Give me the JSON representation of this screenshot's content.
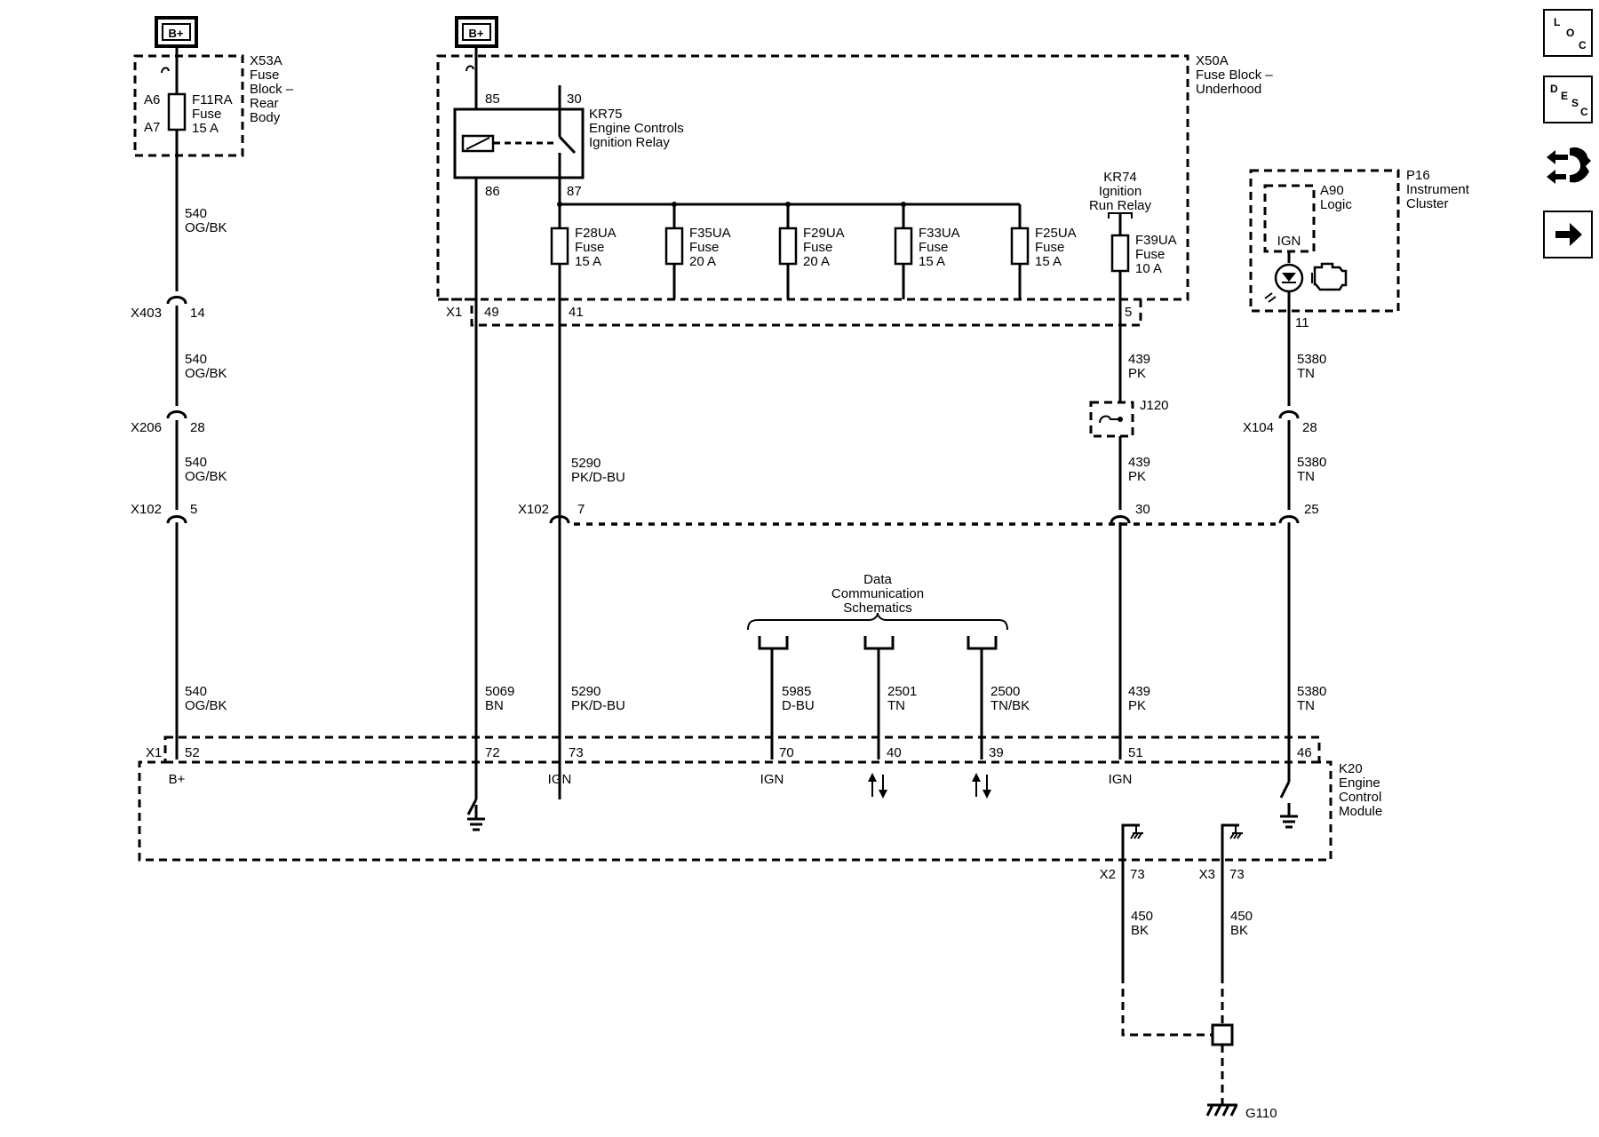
{
  "power": {
    "left": "B+",
    "middle": "B+"
  },
  "fuse_blocks": {
    "rear": {
      "id": "X53A",
      "name_lines": [
        "Fuse",
        "Block –",
        "Rear",
        "Body"
      ],
      "pin_top": "A6",
      "pin_bottom": "A7"
    },
    "underhood": {
      "id": "X50A",
      "name_lines": [
        "Fuse Block –",
        "Underhood"
      ],
      "connector": "X1"
    }
  },
  "fuses": {
    "f11ra": {
      "id": "F11RA",
      "label": "Fuse",
      "rating": "15 A"
    },
    "f28ua": {
      "id": "F28UA",
      "label": "Fuse",
      "rating": "15 A"
    },
    "f35ua": {
      "id": "F35UA",
      "label": "Fuse",
      "rating": "20 A"
    },
    "f29ua": {
      "id": "F29UA",
      "label": "Fuse",
      "rating": "20 A"
    },
    "f33ua": {
      "id": "F33UA",
      "label": "Fuse",
      "rating": "15 A"
    },
    "f25ua": {
      "id": "F25UA",
      "label": "Fuse",
      "rating": "15 A"
    },
    "f39ua": {
      "id": "F39UA",
      "label": "Fuse",
      "rating": "10 A"
    }
  },
  "relays": {
    "kr75": {
      "id": "KR75",
      "name_lines": [
        "Engine Controls",
        "Ignition Relay"
      ],
      "pin85": "85",
      "pin30": "30",
      "pin86": "86",
      "pin87": "87"
    },
    "kr74": {
      "id": "KR74",
      "name_lines": [
        "Ignition",
        "Run Relay"
      ]
    }
  },
  "cluster": {
    "id": "P16",
    "name_lines": [
      "Instrument",
      "Cluster"
    ],
    "logic_id": "A90",
    "logic_name": "Logic",
    "ign": "IGN",
    "pin": "11"
  },
  "data_comm": {
    "title_lines": [
      "Data",
      "Communication",
      "Schematics"
    ]
  },
  "connectors": {
    "x403": {
      "id": "X403",
      "pin": "14"
    },
    "x206": {
      "id": "X206",
      "pin": "28"
    },
    "x102": {
      "id": "X102",
      "pins": [
        "5",
        "7",
        "30",
        "25"
      ]
    },
    "x104": {
      "id": "X104",
      "pin": "28"
    },
    "x50a_x1_pins": [
      "49",
      "41",
      "5"
    ],
    "j120": {
      "id": "J120"
    }
  },
  "wires": {
    "w540": {
      "circuit": "540",
      "color": "OG/BK"
    },
    "w5069": {
      "circuit": "5069",
      "color": "BN"
    },
    "w5290": {
      "circuit": "5290",
      "color": "PK/D-BU"
    },
    "w5985": {
      "circuit": "5985",
      "color": "D-BU"
    },
    "w2501": {
      "circuit": "2501",
      "color": "TN"
    },
    "w2500": {
      "circuit": "2500",
      "color": "TN/BK"
    },
    "w439": {
      "circuit": "439",
      "color": "PK"
    },
    "w5380": {
      "circuit": "5380",
      "color": "TN"
    },
    "w450": {
      "circuit": "450",
      "color": "BK"
    }
  },
  "ecm": {
    "id": "K20",
    "name_lines": [
      "Engine",
      "Control",
      "Module"
    ],
    "connector": "X1",
    "pins": [
      "52",
      "72",
      "73",
      "70",
      "40",
      "39",
      "51",
      "46"
    ],
    "labels": {
      "bplus": "B+",
      "ign": "IGN"
    },
    "ground_connectors": [
      {
        "id": "X2",
        "pin": "73"
      },
      {
        "id": "X3",
        "pin": "73"
      }
    ]
  },
  "ground": {
    "id": "G110"
  },
  "nav": [
    {
      "key": "loc",
      "letters": [
        "L",
        "O",
        "C"
      ]
    },
    {
      "key": "desc",
      "letters": [
        "D",
        "E",
        "S",
        "C"
      ]
    },
    {
      "key": "connector",
      "icon": "connector-end-view-icon"
    },
    {
      "key": "next",
      "icon": "arrow-right-icon"
    }
  ]
}
